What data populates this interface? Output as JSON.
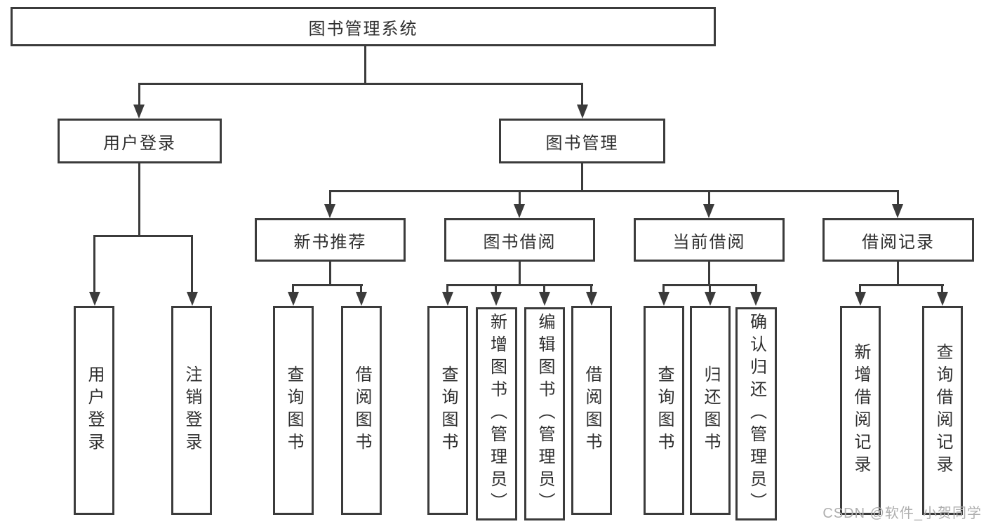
{
  "diagram": {
    "root": {
      "label": "图书管理系统"
    },
    "login": {
      "label": "用户登录",
      "children": [
        {
          "label": "用户登录"
        },
        {
          "label": "注销登录"
        }
      ]
    },
    "mgmt": {
      "label": "图书管理",
      "children": [
        {
          "label": "新书推荐",
          "children": [
            {
              "label": "查询图书"
            },
            {
              "label": "借阅图书"
            }
          ]
        },
        {
          "label": "图书借阅",
          "children": [
            {
              "label": "查询图书"
            },
            {
              "label": "新增图书（管理员）"
            },
            {
              "label": "编辑图书（管理员）"
            },
            {
              "label": "借阅图书"
            }
          ]
        },
        {
          "label": "当前借阅",
          "children": [
            {
              "label": "查询图书"
            },
            {
              "label": "归还图书"
            },
            {
              "label": "确认归还（管理员）"
            }
          ]
        },
        {
          "label": "借阅记录",
          "children": [
            {
              "label": "新增借阅记录"
            },
            {
              "label": "查询借阅记录"
            }
          ]
        }
      ]
    },
    "watermark": "CSDN @软件_小贺同学",
    "colors": {
      "line": "#3b3b3b",
      "text": "#2f2f2f",
      "watermark": "#afafaf",
      "background": "#ffffff"
    }
  }
}
